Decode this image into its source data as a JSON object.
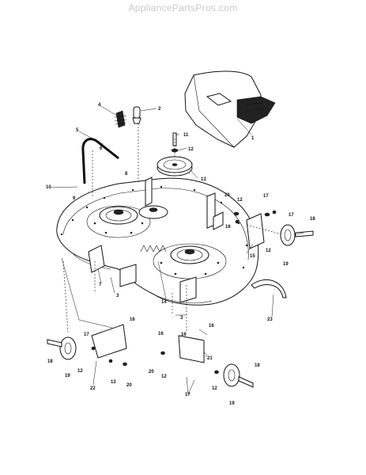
{
  "header": {
    "watermark": "AppliancePartsPros.com"
  },
  "callouts": [
    "1",
    "2",
    "3",
    "3",
    "4",
    "5",
    "6",
    "7",
    "8",
    "9",
    "10",
    "11",
    "12",
    "12",
    "12",
    "12",
    "12",
    "12",
    "12",
    "13",
    "14",
    "15",
    "16",
    "16",
    "16",
    "16",
    "16",
    "17",
    "17",
    "17",
    "17",
    "18",
    "18",
    "18",
    "19",
    "19",
    "19",
    "20",
    "20",
    "20",
    "21",
    "22",
    "23"
  ]
}
